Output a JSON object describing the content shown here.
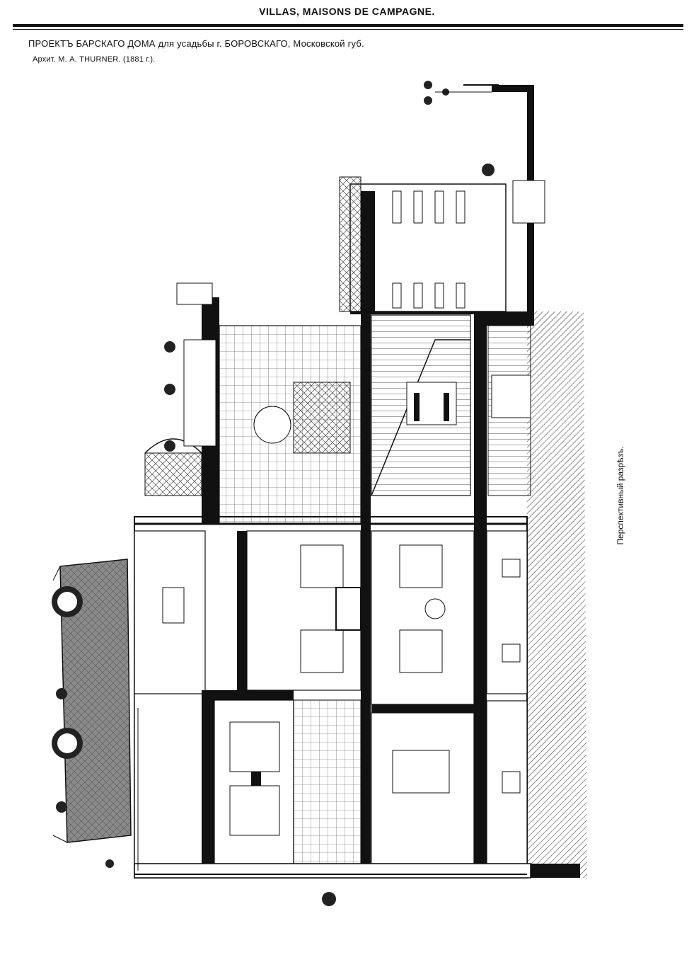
{
  "header": {
    "title": "VILLAS, MAISONS DE CAMPAGNE."
  },
  "caption": {
    "line1": "ПРОЕКТЪ БАРСКАГО ДОМА для усадьбы г. БОРОВСКАГО, Московской губ.",
    "line2": "Архит. М. А. THURNER. (1881 г.)."
  },
  "side_label": "Перспективный разрѣзъ.",
  "figure": {
    "subject": "perspective-section-drawing",
    "ink_color": "#111111",
    "paper_color": "#ffffff",
    "shade_color": "#888888"
  }
}
